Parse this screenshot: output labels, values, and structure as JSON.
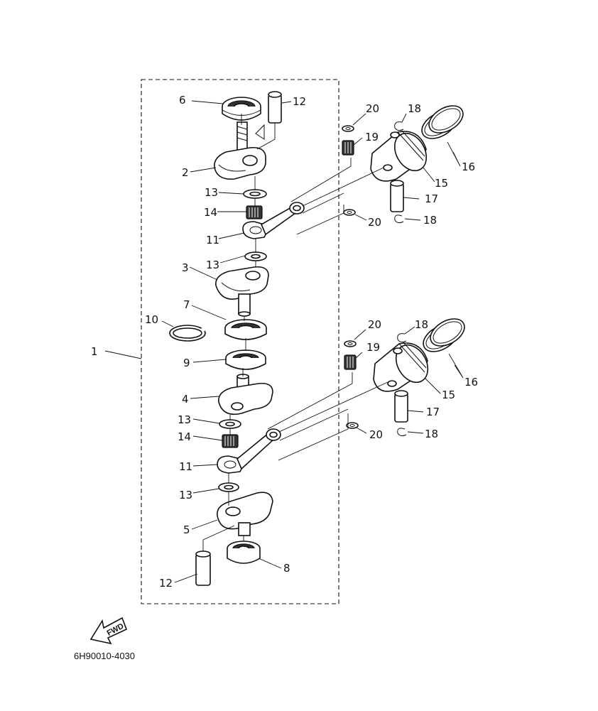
{
  "diagram": {
    "callouts": {
      "c1": "1",
      "c2": "2",
      "c3": "3",
      "c4": "4",
      "c5": "5",
      "c6": "6",
      "c7": "7",
      "c8": "8",
      "c9": "9",
      "c10": "10",
      "c11a": "11",
      "c11b": "11",
      "c12a": "12",
      "c12b": "12",
      "c13a": "13",
      "c13b": "13",
      "c13c": "13",
      "c13d": "13",
      "c14a": "14",
      "c14b": "14",
      "c15a": "15",
      "c15b": "15",
      "c16a": "16",
      "c16b": "16",
      "c17a": "17",
      "c17b": "17",
      "c18a": "18",
      "c18b": "18",
      "c18c": "18",
      "c18d": "18",
      "c19a": "19",
      "c19b": "19",
      "c20a": "20",
      "c20b": "20",
      "c20c": "20",
      "c20d": "20"
    },
    "fwd_label": "FWD",
    "drawing_code": "6H90010-4030"
  }
}
